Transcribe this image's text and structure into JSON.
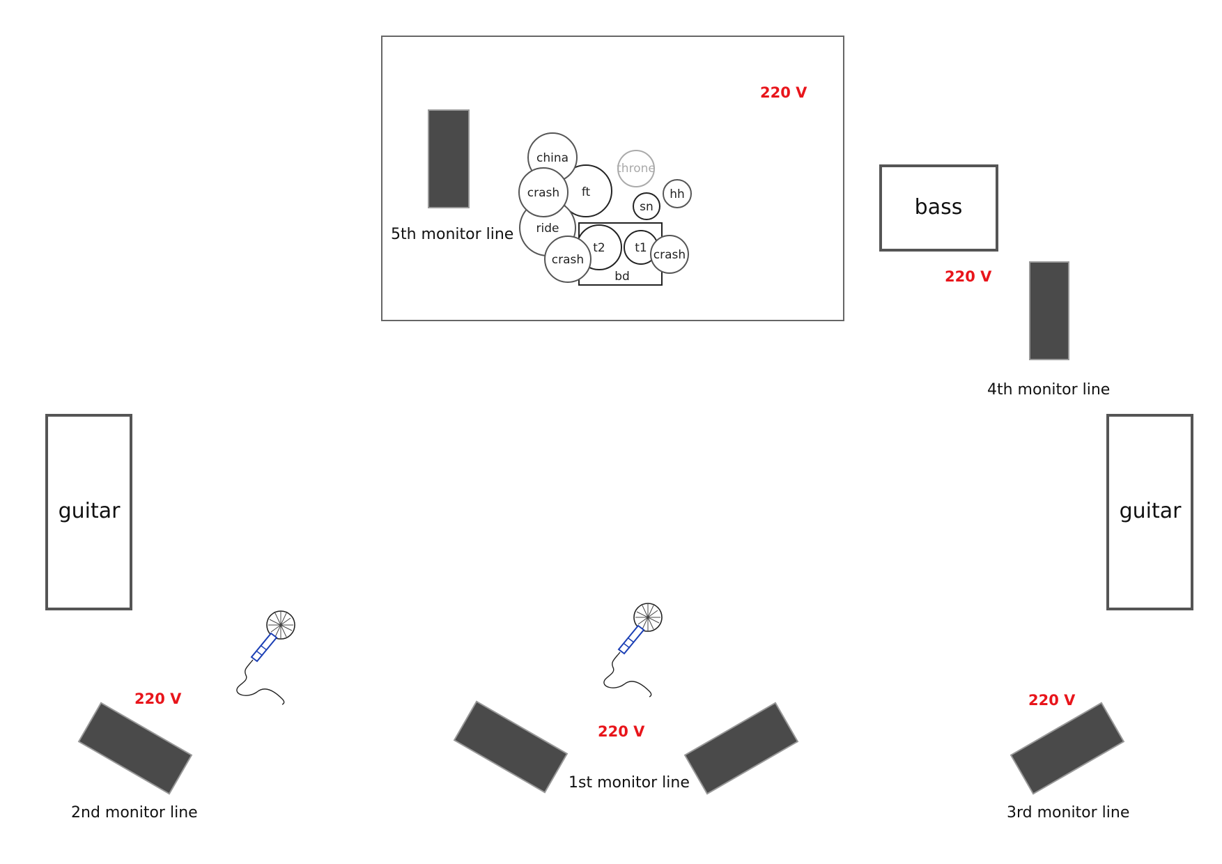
{
  "labels": {
    "bass": "bass",
    "guitar_left": "guitar",
    "guitar_right": "guitar",
    "monitor_1": "1st monitor line",
    "monitor_2": "2nd monitor line",
    "monitor_3": "3rd monitor line",
    "monitor_4": "4th monitor line",
    "monitor_5": "5th monitor line"
  },
  "power": {
    "riser": "220 V",
    "bass": "220 V",
    "left": "220 V",
    "center": "220 V",
    "right": "220 V"
  },
  "drums": {
    "china": "china",
    "crash_left": "crash",
    "ft": "ft",
    "ride": "ride",
    "crash_low": "crash",
    "t2": "t2",
    "t1": "t1",
    "crash_right": "crash",
    "throne": "throne",
    "hh": "hh",
    "sn": "sn",
    "bd": "bd"
  },
  "colors": {
    "power_text": "#e8151b",
    "monitor_fill": "#4a4a4a",
    "outline": "#555555",
    "mic_blue": "#1b3fb5",
    "throne_gray": "#aaaaaa"
  }
}
